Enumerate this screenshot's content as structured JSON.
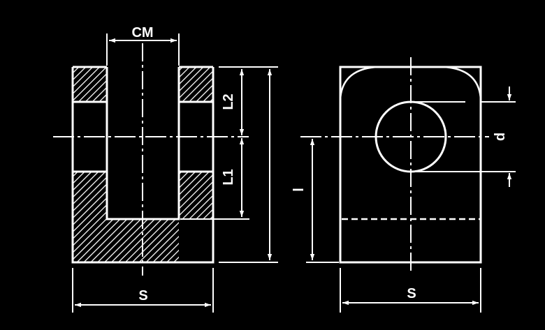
{
  "labels": {
    "cm": "CM",
    "l2": "L2",
    "l1": "L1",
    "s_left": "S",
    "s_right": "S",
    "d": "d",
    "l": "l"
  },
  "colors": {
    "background": "#000000",
    "drawing": "#ffffff"
  }
}
